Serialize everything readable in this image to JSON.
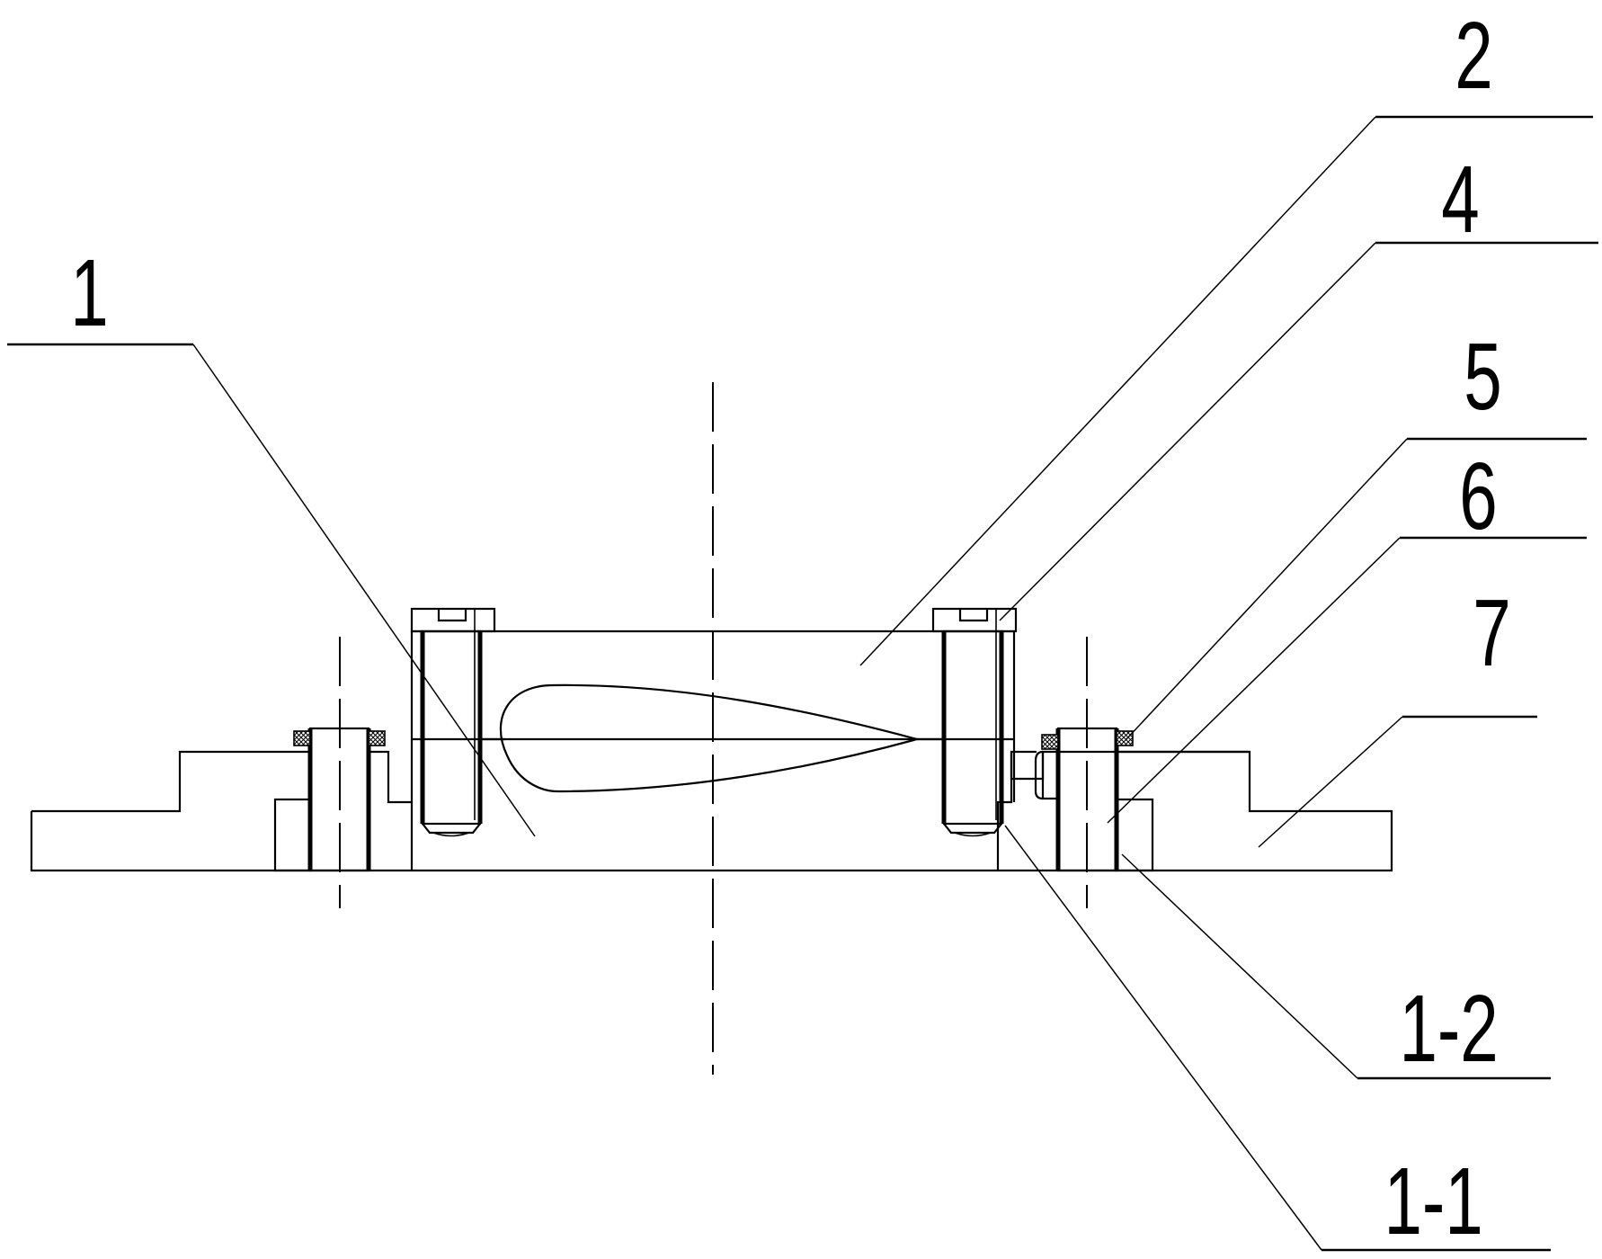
{
  "labels": {
    "part_1": "1",
    "part_2": "2",
    "part_4": "4",
    "part_5": "5",
    "part_6": "6",
    "part_7": "7",
    "part_1_1": "1-1",
    "part_1_2": "1-2"
  },
  "colors": {
    "line": "#000000",
    "background": "#ffffff",
    "gasket_fill": "#9a9a9a"
  }
}
